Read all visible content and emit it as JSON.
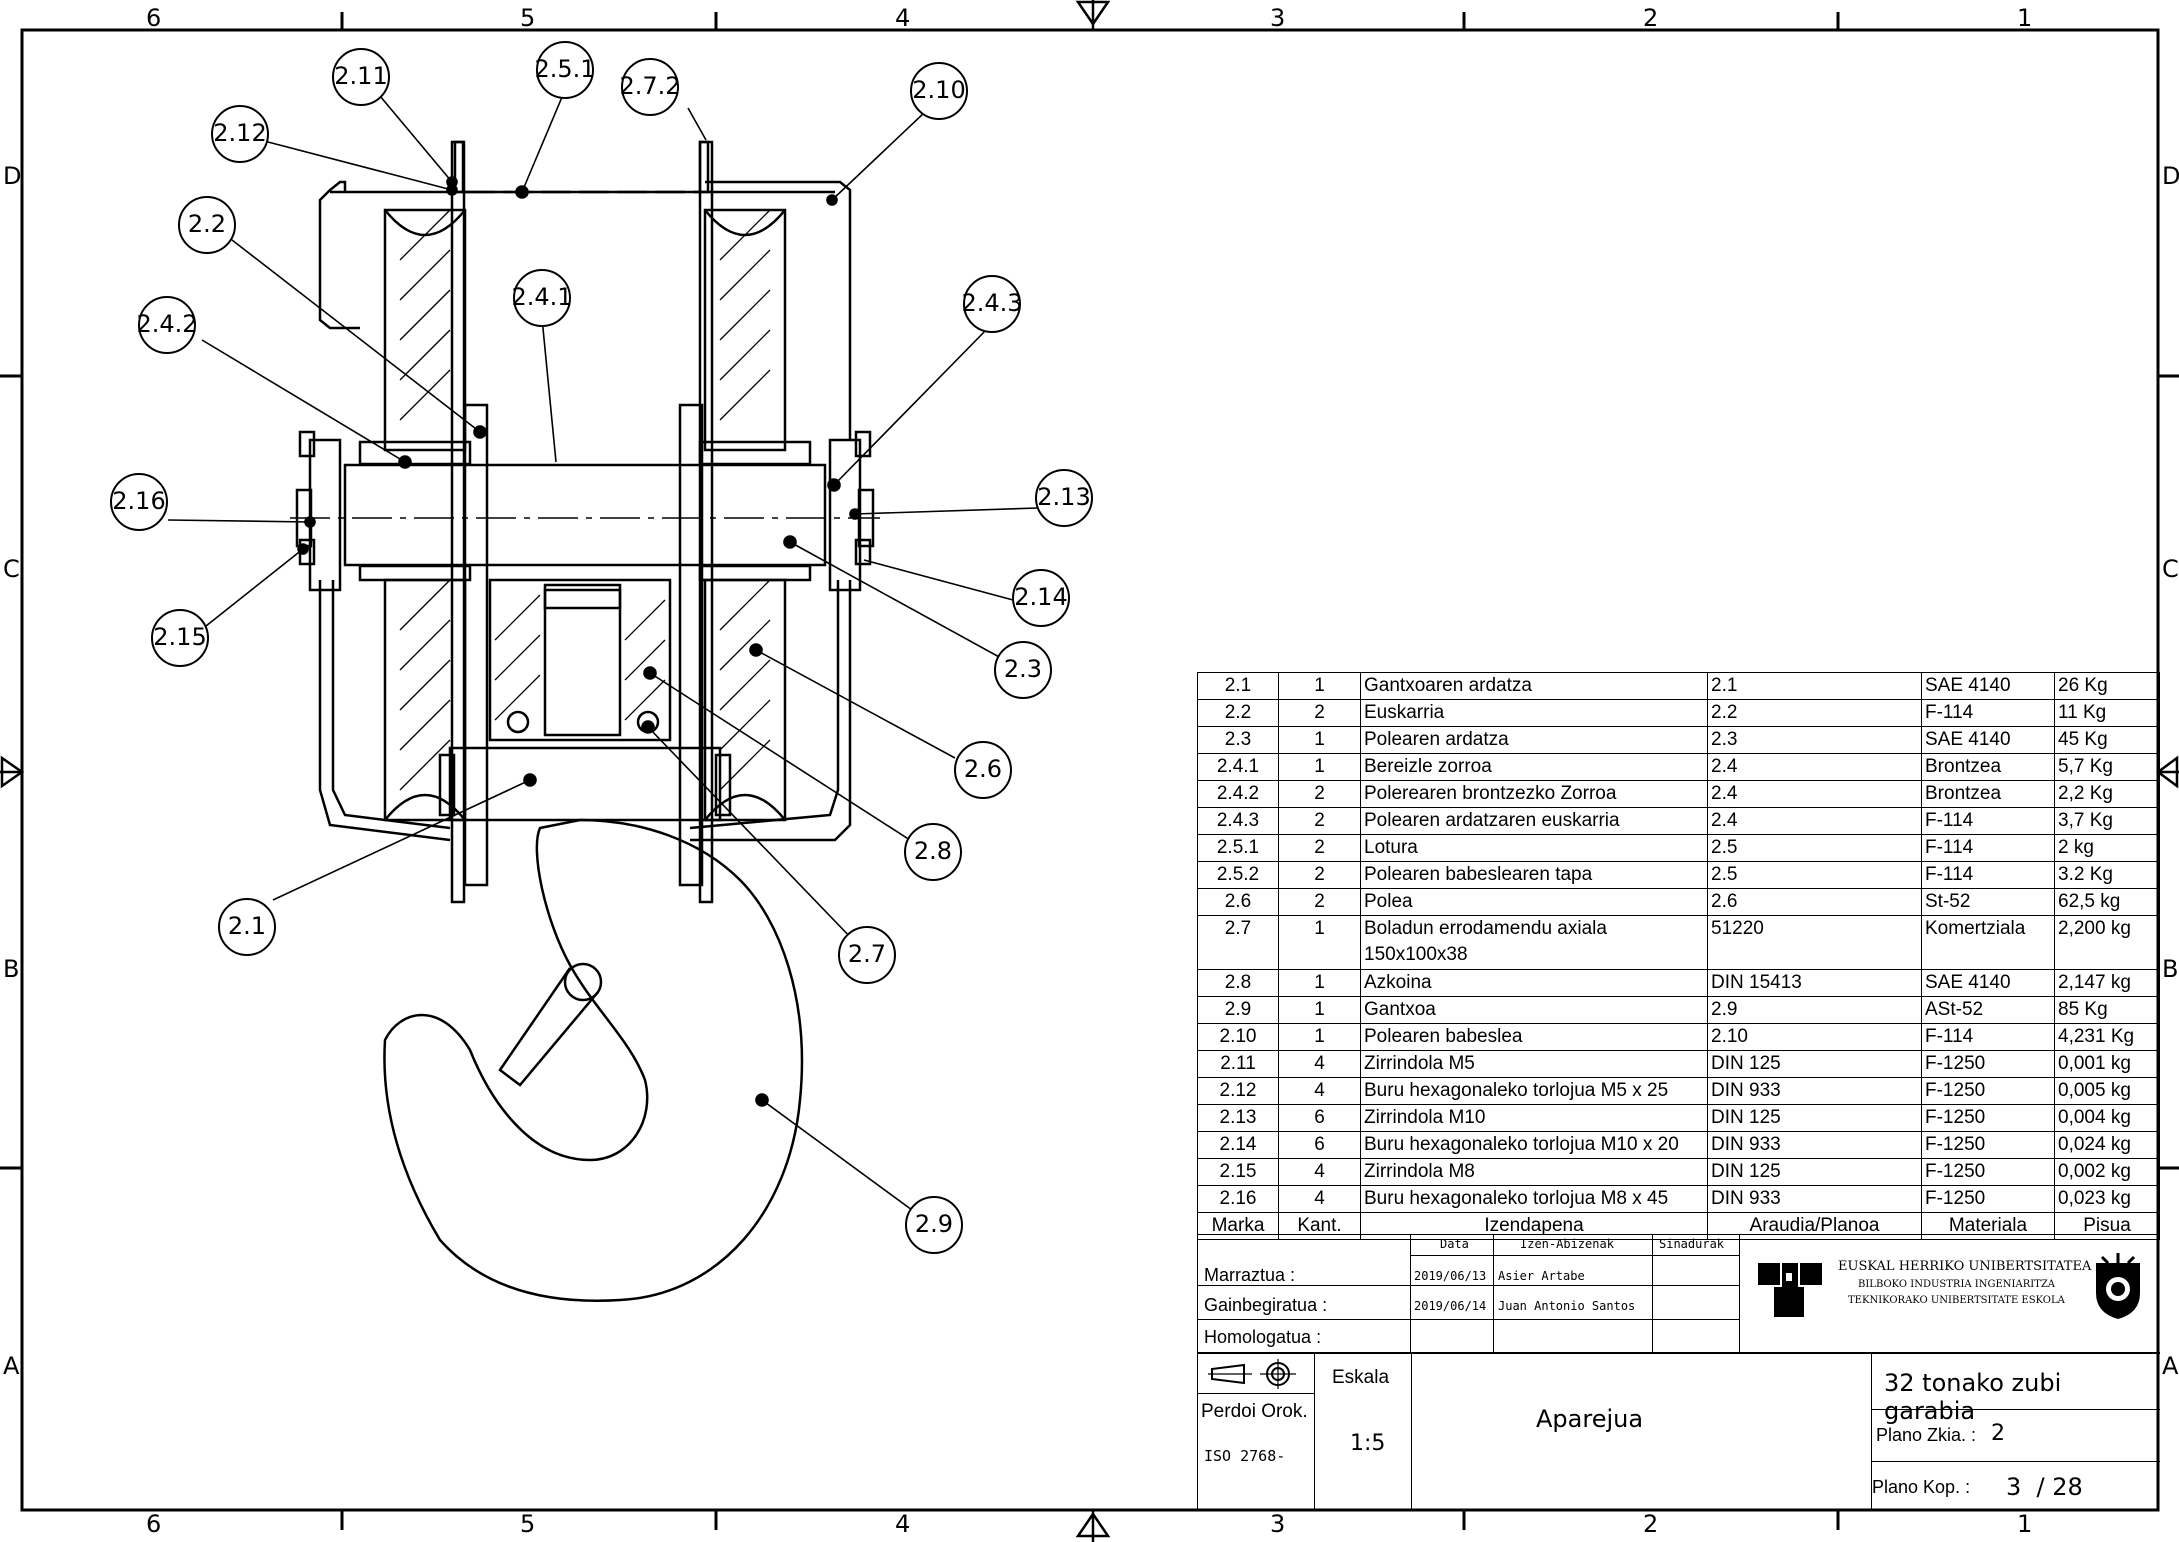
{
  "frame": {
    "col_labels": [
      "6",
      "5",
      "4",
      "3",
      "2",
      "1"
    ],
    "row_labels": [
      "D",
      "C",
      "B",
      "A"
    ]
  },
  "callouts": [
    "2.11",
    "2.5.1",
    "2.7.2",
    "2.10",
    "2.12",
    "2.2",
    "2.4.1",
    "2.4.3",
    "2.4.2",
    "2.16",
    "2.13",
    "2.14",
    "2.15",
    "2.3",
    "2.6",
    "2.8",
    "2.1",
    "2.7",
    "2.9"
  ],
  "bom": {
    "rows": [
      {
        "mark": "2.1",
        "qty": "1",
        "name": "Gantxoaren ardatza",
        "std": "2.1",
        "mat": "SAE 4140",
        "weight": "26 Kg"
      },
      {
        "mark": "2.2",
        "qty": "2",
        "name": "Euskarria",
        "std": "2.2",
        "mat": "F-114",
        "weight": "11 Kg"
      },
      {
        "mark": "2.3",
        "qty": "1",
        "name": "Polearen ardatza",
        "std": "2.3",
        "mat": "SAE 4140",
        "weight": "45 Kg"
      },
      {
        "mark": "2.4.1",
        "qty": "1",
        "name": "Bereizle zorroa",
        "std": "2.4",
        "mat": "Brontzea",
        "weight": "5,7 Kg"
      },
      {
        "mark": "2.4.2",
        "qty": "2",
        "name": "Polerearen brontzezko Zorroa",
        "std": "2.4",
        "mat": "Brontzea",
        "weight": "2,2 Kg"
      },
      {
        "mark": "2.4.3",
        "qty": "2",
        "name": "Polearen ardatzaren euskarria",
        "std": "2.4",
        "mat": "F-114",
        "weight": "3,7 Kg"
      },
      {
        "mark": "2.5.1",
        "qty": "2",
        "name": "Lotura",
        "std": "2.5",
        "mat": "F-114",
        "weight": "2 kg"
      },
      {
        "mark": "2.5.2",
        "qty": "2",
        "name": "Polearen babeslearen tapa",
        "std": "2.5",
        "mat": "F-114",
        "weight": "3.2 Kg"
      },
      {
        "mark": "2.6",
        "qty": "2",
        "name": "Polea",
        "std": "2.6",
        "mat": "St-52",
        "weight": "62,5 kg"
      },
      {
        "mark": "2.7",
        "qty": "1",
        "name": "Boladun errodamendu axiala",
        "name2": "150x100x38",
        "std": "51220",
        "mat": "Komertziala",
        "weight": "2,200 kg"
      },
      {
        "mark": "2.8",
        "qty": "1",
        "name": "Azkoina",
        "std": "DIN 15413",
        "mat": "SAE 4140",
        "weight": "2,147 kg"
      },
      {
        "mark": "2.9",
        "qty": "1",
        "name": "Gantxoa",
        "std": "2.9",
        "mat": "ASt-52",
        "weight": "85 Kg"
      },
      {
        "mark": "2.10",
        "qty": "1",
        "name": "Polearen babeslea",
        "std": "2.10",
        "mat": "F-114",
        "weight": "4,231 Kg"
      },
      {
        "mark": "2.11",
        "qty": "4",
        "name": "Zirrindola M5",
        "std": "DIN 125",
        "mat": "F-1250",
        "weight": "0,001 kg"
      },
      {
        "mark": "2.12",
        "qty": "4",
        "name": "Buru hexagonaleko torlojua M5  x 25",
        "std": "DIN 933",
        "mat": "F-1250",
        "weight": "0,005 kg"
      },
      {
        "mark": "2.13",
        "qty": "6",
        "name": "Zirrindola M10",
        "std": "DIN 125",
        "mat": "F-1250",
        "weight": "0,004 kg"
      },
      {
        "mark": "2.14",
        "qty": "6",
        "name": "Buru hexagonaleko torlojua M10  x 20",
        "std": "DIN 933",
        "mat": "F-1250",
        "weight": "0,024 kg"
      },
      {
        "mark": "2.15",
        "qty": "4",
        "name": "Zirrindola M8",
        "std": "DIN 125",
        "mat": "F-1250",
        "weight": "0,002 kg"
      },
      {
        "mark": "2.16",
        "qty": "4",
        "name": "Buru hexagonaleko torlojua M8  x 45",
        "std": "DIN 933",
        "mat": "F-1250",
        "weight": "0,023 kg"
      }
    ],
    "header": {
      "mark": "Marka",
      "qty": "Kant.",
      "name": "Izendapena",
      "std": "Araudia/Planoa",
      "mat": "Materiala",
      "weight": "Pisua"
    }
  },
  "title_block": {
    "col_data": "Data",
    "col_name": "Izen-Abizenak",
    "col_sign": "Sinadurak",
    "drawn_label": "Marraztua :",
    "drawn_date": "2019/06/13",
    "drawn_name": "Asier Artabe",
    "checked_label": "Gainbegiratua :",
    "checked_date": "2019/06/14",
    "checked_name": "Juan Antonio Santos",
    "approved_label": "Homologatua :",
    "school_line1": "EUSKAL HERRIKO UNIBERTSITATEA",
    "school_line2": "BILBOKO INDUSTRIA INGENIARITZA",
    "school_line3": "TEKNIKORAKO UNIBERTSITATE ESKOLA",
    "scale_label": "Eskala",
    "scale_value": "1:5",
    "tolerance_label": "Perdoi Orok.",
    "tolerance_value": "ISO 2768-",
    "drawing_title": "Aparejua",
    "project_title": "32 tonako zubi garabia",
    "plan_no_label": "Plano Zkia. :",
    "plan_no": "2",
    "plan_count_label": "Plano Kop. :",
    "plan_count": "3  / 28"
  }
}
